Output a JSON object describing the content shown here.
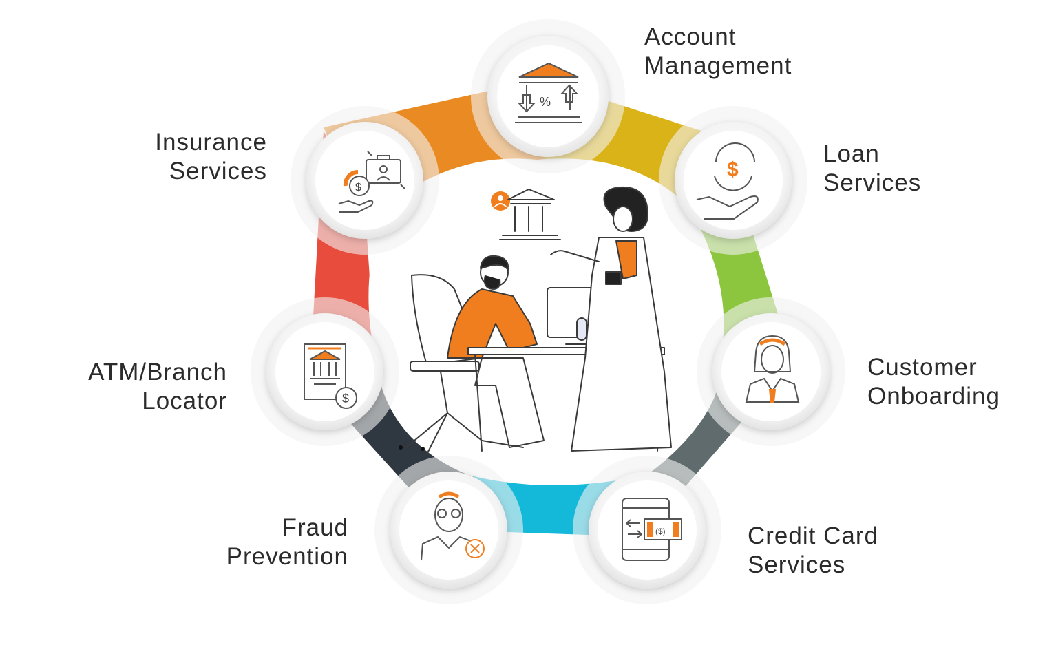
{
  "colors": {
    "accent": "#F07E1E",
    "ring": [
      "#F29A1D",
      "#F1C40F",
      "#8CC63F",
      "#5F6B6D",
      "#14B8D8",
      "#2F3740",
      "#E74C3C",
      "#E67E22"
    ],
    "text": "#2b2b2b",
    "stroke": "#4a4a4a"
  },
  "nodes": [
    {
      "id": "account-management",
      "icon": "bank-percent-icon",
      "lines": [
        "Account",
        "Management"
      ]
    },
    {
      "id": "loan-services",
      "icon": "hand-dollar-cycle-icon",
      "lines": [
        "Loan",
        "Services"
      ]
    },
    {
      "id": "customer-onboarding",
      "icon": "woman-profile-icon",
      "lines": [
        "Customer",
        "Onboarding"
      ]
    },
    {
      "id": "credit-card-services",
      "icon": "phone-card-transfer-icon",
      "lines": [
        "Credit Card",
        "Services"
      ]
    },
    {
      "id": "fraud-prevention",
      "icon": "person-blocked-icon",
      "lines": [
        "Fraud",
        "Prevention"
      ]
    },
    {
      "id": "atm-branch-locator",
      "icon": "bank-document-icon",
      "lines": [
        "ATM/Branch",
        "Locator"
      ]
    },
    {
      "id": "insurance-services",
      "icon": "hand-coin-briefcase-icon",
      "lines": [
        "Insurance",
        "Services"
      ]
    }
  ],
  "center": {
    "illustration": "bank-consultation-illustration"
  }
}
